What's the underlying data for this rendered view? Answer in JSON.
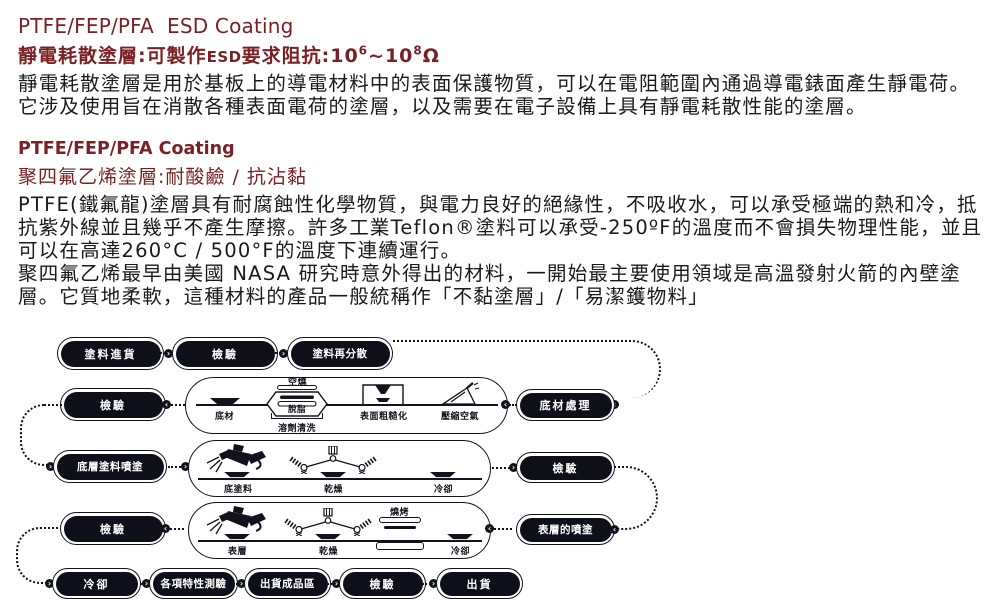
{
  "document": {
    "section_esd": {
      "title": "PTFE/FEP/PFA  ESD Coating",
      "subtitle": {
        "p1": "靜電耗散塗層:可製作",
        "esd": "ESD",
        "p2": "要求阻抗:10",
        "sup1": "6",
        "p3": "~10",
        "sup2": "8",
        "p4": "Ω"
      },
      "body": "靜電耗散塗層是用於基板上的導電材料中的表面保護物質，可以在電阻範圍內通過導電錶面產生靜電荷。它涉及使用旨在消散各種表面電荷的塗層，以及需要在電子設備上具有靜電耗散性能的塗層。"
    },
    "section_coating": {
      "title": "PTFE/FEP/PFA Coating",
      "subtitle": "聚四氟乙烯塗層:耐酸鹼 / 抗沾黏",
      "body1": "PTFE(鐵氟龍)塗層具有耐腐蝕性化學物質，與電力良好的絕緣性，不吸收水，可以承受極端的熱和冷，抵抗紫外線並且幾乎不產生摩擦。許多工業Teflon®塗料可以承受-250ºF的溫度而不會損失物理性能，並且可以在高達260°C / 500°F的溫度下連續運行。",
      "body2": "聚四氟乙烯最早由美國 NASA 研究時意外得出的材料，一開始最主要使用領域是高溫發射火箭的內壁塗層。它質地柔軟，這種材料的產品一般統稱作「不黏塗層」/「易潔鑊物料」"
    }
  },
  "colors": {
    "heading": "#7a2125",
    "body_text": "#1a1a1a",
    "node_fill": "#0f0f19"
  },
  "icons": {
    "arrow_right": "›",
    "arrow_left": "‹"
  },
  "flowchart": {
    "nodes": {
      "paint_incoming": "塗料進貨",
      "inspection_1": "檢驗",
      "paint_redispersion": "塗料再分散",
      "inspection_2": "檢驗",
      "substrate_treatment": "底材處理",
      "primer_spraying": "底層塗料噴塗",
      "inspection_3": "檢驗",
      "inspection_4": "檢驗",
      "topcoat_spraying": "表層的噴塗",
      "cooling": "冷卻",
      "property_tests": "各項特性測驗",
      "finished_goods_area": "出貨成品區",
      "inspection_5": "檢驗",
      "shipping": "出貨"
    },
    "substrate_process": {
      "air_bake": "空燒",
      "substrate": "底材",
      "degrease": "脫脂",
      "solvent_clean": "溶劑清洗",
      "surface_roughening": "表面粗糙化",
      "compressed_air": "壓縮空氣"
    },
    "primer_process": {
      "primer": "底塗料",
      "dry": "乾燥",
      "cool": "冷卻"
    },
    "topcoat_process": {
      "topcoat": "表層",
      "dry": "乾燥",
      "bake": "燒烤",
      "cool": "冷卻"
    }
  }
}
